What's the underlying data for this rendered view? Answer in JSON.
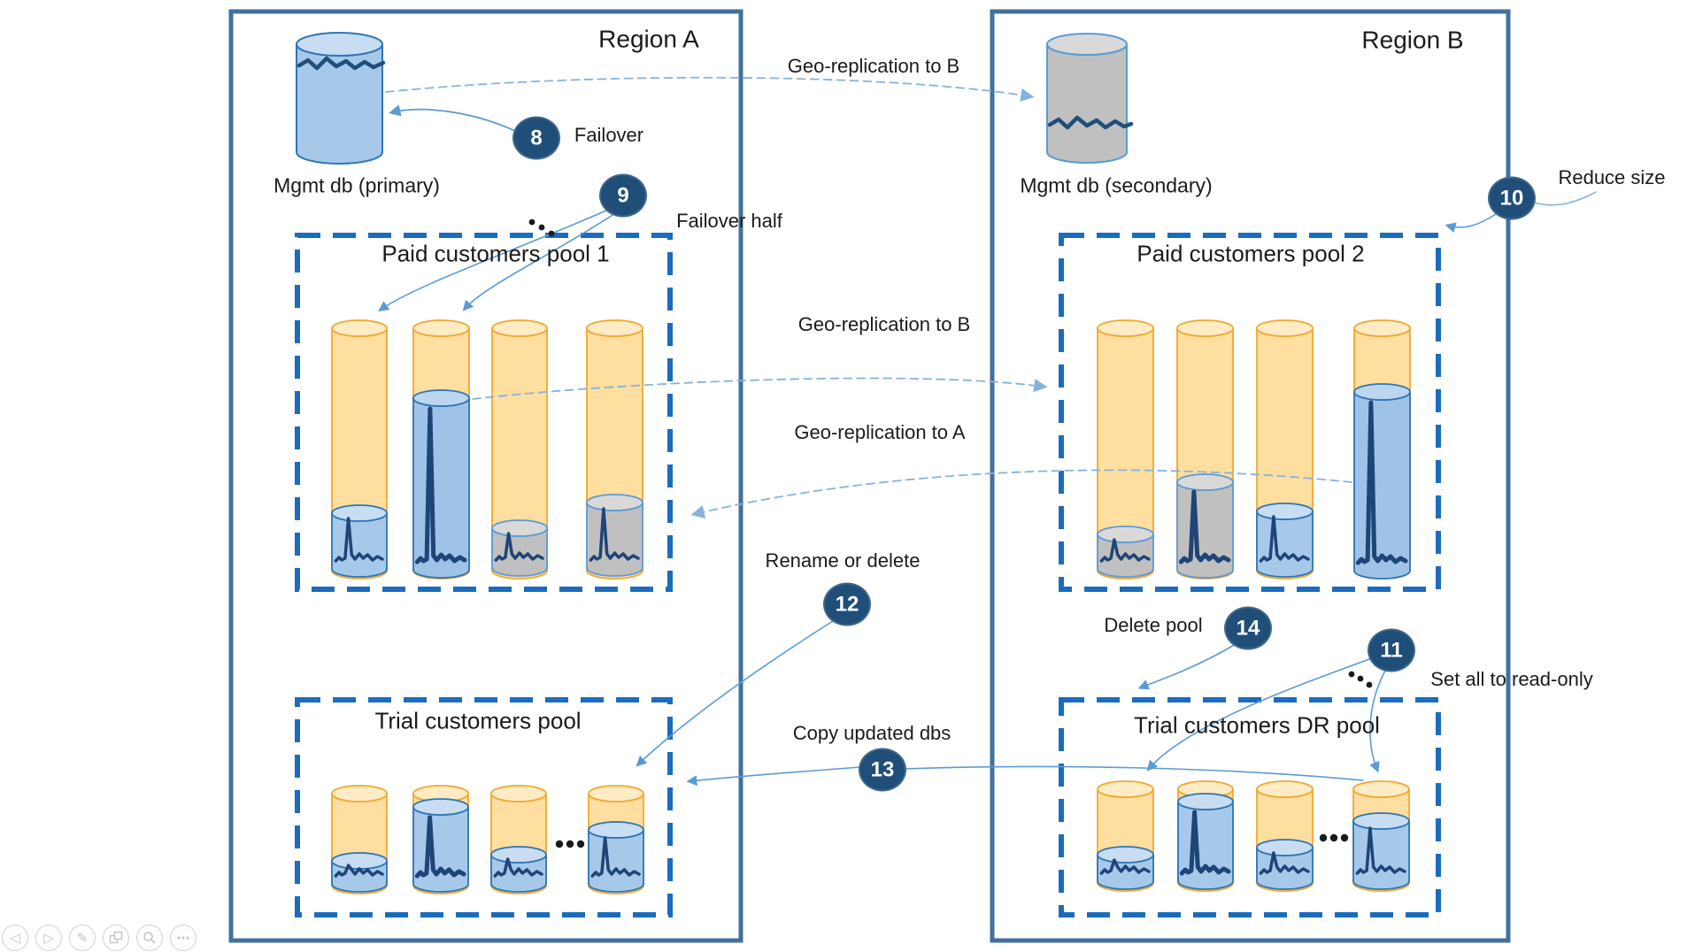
{
  "slide": {
    "region_a": {
      "title": "Region A",
      "mgmt_db_label": "Mgmt db (primary)",
      "paid_pool_title": "Paid customers pool 1",
      "trial_pool_title": "Trial customers pool"
    },
    "region_b": {
      "title": "Region B",
      "mgmt_db_label": "Mgmt db (secondary)",
      "paid_pool_title": "Paid customers pool 2",
      "trial_pool_title": "Trial customers DR pool"
    },
    "annotations": {
      "geo_replication_top": "Geo-replication to B",
      "failover": "Failover",
      "failover_half": "Failover half",
      "geo_replication_mid": "Geo-replication to B",
      "geo_replication_a": "Geo-replication to A",
      "reduce_size": "Reduce size",
      "set_all_read_only": "Set all to read-only",
      "rename_or_delete": "Rename or delete",
      "copy_updated_dbs": "Copy updated dbs",
      "delete_pool": "Delete pool",
      "ellipsis": "..."
    },
    "steps": {
      "s8": "8",
      "s9": "9",
      "s10": "10",
      "s11": "11",
      "s12": "12",
      "s13": "13",
      "s14": "14"
    }
  },
  "toolbar": {
    "icons": [
      "previous-slide",
      "next-slide",
      "pen-tools",
      "see-all-slides",
      "zoom-into-slide",
      "more-options"
    ]
  },
  "colors": {
    "region_border": "#41719C",
    "pool_border": "#1B6CBF",
    "connector": "#5B9BD5",
    "badge": "#1F4E79",
    "cylinder_yellow": "#FFDFA0",
    "cylinder_blue": "#A6C9EA",
    "cylinder_gray": "#C0C0C0",
    "sparkline": "#1F4477"
  }
}
